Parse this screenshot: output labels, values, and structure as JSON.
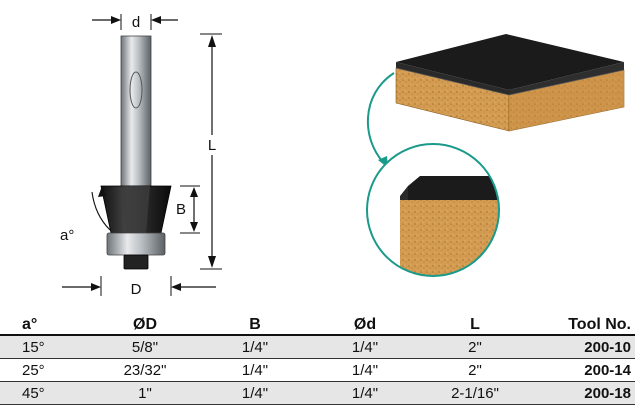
{
  "diagram": {
    "labels": {
      "d": "d",
      "L": "L",
      "B": "B",
      "a": "a°",
      "D": "D"
    }
  },
  "table": {
    "headers": [
      "a°",
      "ØD",
      "B",
      "Ød",
      "L",
      "Tool No."
    ],
    "rows": [
      [
        "15°",
        "5/8\"",
        "1/4\"",
        "1/4\"",
        "2\"",
        "200-10"
      ],
      [
        "25°",
        "23/32\"",
        "1/4\"",
        "1/4\"",
        "2\"",
        "200-14"
      ],
      [
        "45°",
        "1\"",
        "1/4\"",
        "1/4\"",
        "2-1/16\"",
        "200-18"
      ]
    ]
  },
  "colors": {
    "callout": "#1a9a8a",
    "wood": "#d7a35a",
    "laminate": "#1a1a1a"
  }
}
